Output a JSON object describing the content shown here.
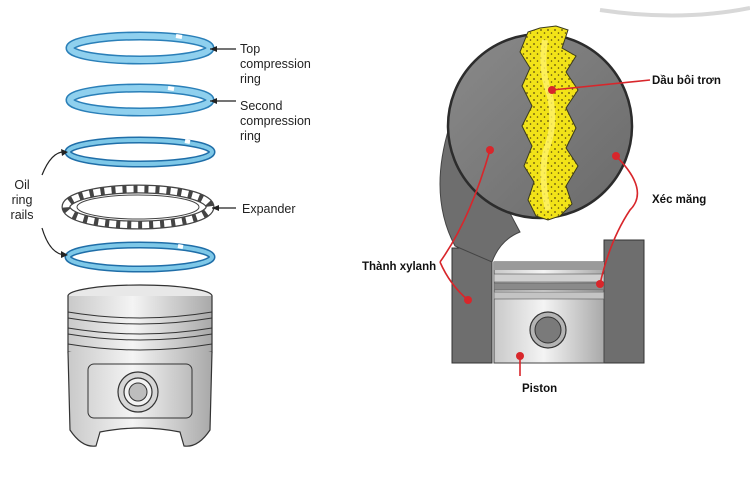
{
  "left_panel": {
    "labels": {
      "top_compression_ring": [
        "Top",
        "compression",
        "ring"
      ],
      "second_compression_ring": [
        "Second",
        "compression",
        "ring"
      ],
      "oil_ring_rails": [
        "Oil",
        "ring",
        "rails"
      ],
      "expander": "Expander"
    }
  },
  "right_panel": {
    "labels": {
      "lubricating_oil": "Dầu bôi trơn",
      "piston_ring": "Xéc măng",
      "cylinder_wall": "Thành xylanh",
      "piston": "Piston"
    }
  },
  "colors": {
    "ring_blue": "#7ec8e8",
    "ring_blue_dark": "#2a7fb8",
    "oil_yellow": "#f2e318",
    "cylinder_gray": "#6e6e6e",
    "pointer_red": "#d8262b"
  }
}
